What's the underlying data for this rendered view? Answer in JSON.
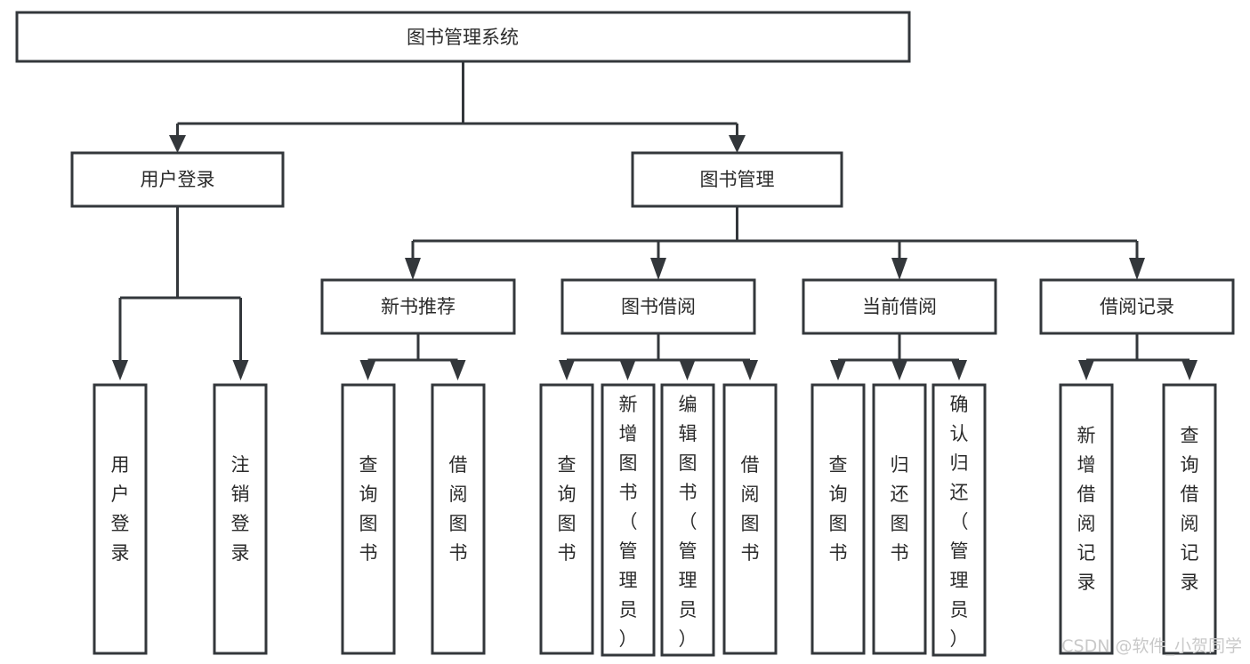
{
  "diagram": {
    "title": "图书管理系统",
    "type": "hierarchy-tree",
    "root": {
      "id": "root",
      "label": "图书管理系统",
      "orientation": "horizontal"
    },
    "level2": [
      {
        "id": "user-login",
        "label": "用户登录",
        "orientation": "horizontal"
      },
      {
        "id": "book-manage",
        "label": "图书管理",
        "orientation": "horizontal"
      }
    ],
    "level3": [
      {
        "id": "new-book-rec",
        "label": "新书推荐",
        "orientation": "horizontal",
        "parent": "book-manage"
      },
      {
        "id": "book-borrow",
        "label": "图书借阅",
        "orientation": "horizontal",
        "parent": "book-manage"
      },
      {
        "id": "current-borrow",
        "label": "当前借阅",
        "orientation": "horizontal",
        "parent": "book-manage"
      },
      {
        "id": "borrow-record",
        "label": "借阅记录",
        "orientation": "horizontal",
        "parent": "book-manage"
      }
    ],
    "leaves": [
      {
        "id": "leaf-user-login",
        "label": "用户登录",
        "orientation": "vertical",
        "parent": "user-login"
      },
      {
        "id": "leaf-user-logout",
        "label": "注销登录",
        "orientation": "vertical",
        "parent": "user-login"
      },
      {
        "id": "leaf-query-book-1",
        "label": "查询图书",
        "orientation": "vertical",
        "parent": "new-book-rec"
      },
      {
        "id": "leaf-borrow-book-1",
        "label": "借阅图书",
        "orientation": "vertical",
        "parent": "new-book-rec"
      },
      {
        "id": "leaf-query-book-2",
        "label": "查询图书",
        "orientation": "vertical",
        "parent": "book-borrow"
      },
      {
        "id": "leaf-add-book",
        "label": "新增图书（管理员）",
        "orientation": "vertical",
        "parent": "book-borrow"
      },
      {
        "id": "leaf-edit-book",
        "label": "编辑图书（管理员）",
        "orientation": "vertical",
        "parent": "book-borrow"
      },
      {
        "id": "leaf-borrow-book-2",
        "label": "借阅图书",
        "orientation": "vertical",
        "parent": "book-borrow"
      },
      {
        "id": "leaf-query-book-3",
        "label": "查询图书",
        "orientation": "vertical",
        "parent": "current-borrow"
      },
      {
        "id": "leaf-return-book",
        "label": "归还图书",
        "orientation": "vertical",
        "parent": "current-borrow"
      },
      {
        "id": "leaf-confirm-return",
        "label": "确认归还（管理员）",
        "orientation": "vertical",
        "parent": "current-borrow"
      },
      {
        "id": "leaf-add-record",
        "label": "新增借阅记录",
        "orientation": "vertical",
        "parent": "borrow-record"
      },
      {
        "id": "leaf-query-record",
        "label": "查询借阅记录",
        "orientation": "vertical",
        "parent": "borrow-record"
      }
    ]
  },
  "watermark": {
    "text": "CSDN @软件_小贺同学"
  },
  "colors": {
    "stroke": "#33373b",
    "fill": "#ffffff",
    "text": "#2b2b2b",
    "watermark": "#c9c9c9"
  }
}
